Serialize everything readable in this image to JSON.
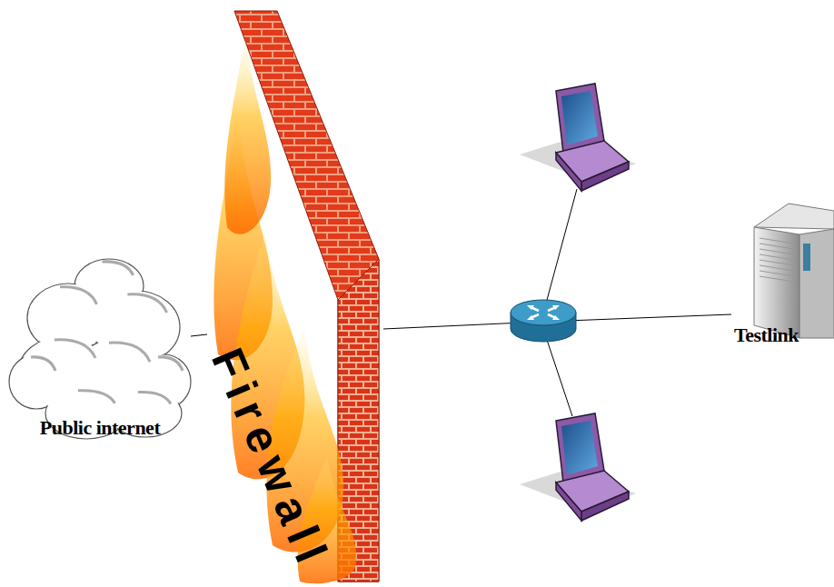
{
  "diagram": {
    "nodes": [
      {
        "text": [
          "Public internet"
        ]
      },
      {
        "text": [
          "Firewall"
        ]
      },
      {
        "text": [
          "Testlink"
        ]
      }
    ],
    "edges": [
      {
        "from": 0,
        "to": 1,
        "arrow": "none"
      },
      {
        "from": 1,
        "to": 2,
        "arrow": "none"
      }
    ]
  }
}
